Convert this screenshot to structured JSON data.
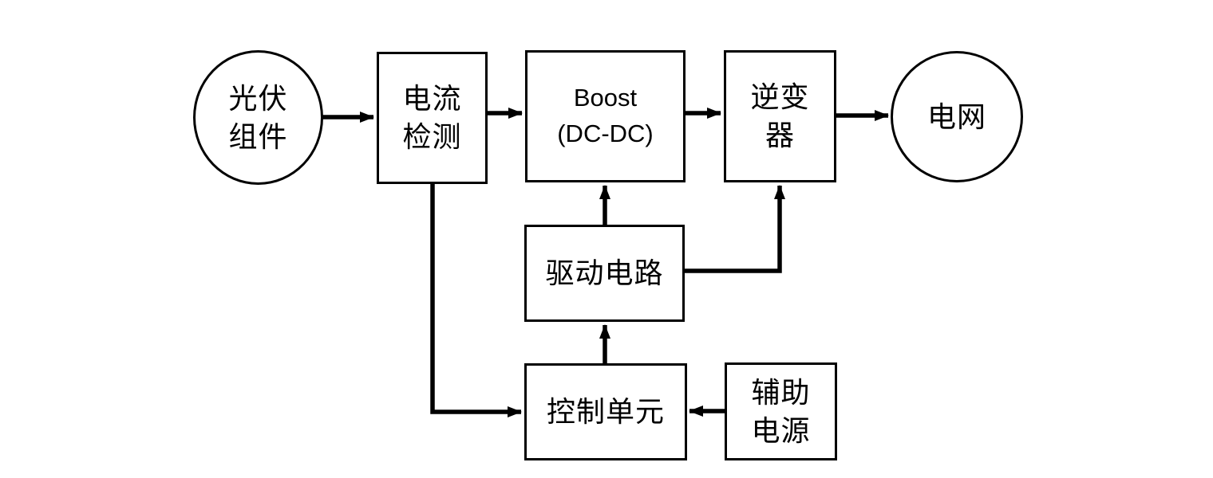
{
  "diagram": {
    "background": "#ffffff",
    "stroke_color": "#000000",
    "text_color": "#000000",
    "nodes": {
      "pv": {
        "label": "光伏\n组件",
        "shape": "circle"
      },
      "current_detection": {
        "label": "电流\n检测",
        "shape": "rect"
      },
      "boost": {
        "label": "Boost\n(DC-DC)",
        "shape": "rect"
      },
      "inverter": {
        "label": "逆变\n器",
        "shape": "rect"
      },
      "grid": {
        "label": "电网",
        "shape": "circle"
      },
      "drive_circuit": {
        "label": "驱动电路",
        "shape": "rect"
      },
      "control_unit": {
        "label": "控制单元",
        "shape": "rect"
      },
      "aux_power": {
        "label": "辅助\n电源",
        "shape": "rect"
      }
    },
    "edges": [
      {
        "from": "pv",
        "to": "current_detection"
      },
      {
        "from": "current_detection",
        "to": "boost"
      },
      {
        "from": "boost",
        "to": "inverter"
      },
      {
        "from": "inverter",
        "to": "grid"
      },
      {
        "from": "drive_circuit",
        "to": "boost"
      },
      {
        "from": "drive_circuit",
        "to": "inverter"
      },
      {
        "from": "control_unit",
        "to": "drive_circuit"
      },
      {
        "from": "current_detection",
        "to": "control_unit"
      },
      {
        "from": "aux_power",
        "to": "control_unit"
      }
    ]
  }
}
